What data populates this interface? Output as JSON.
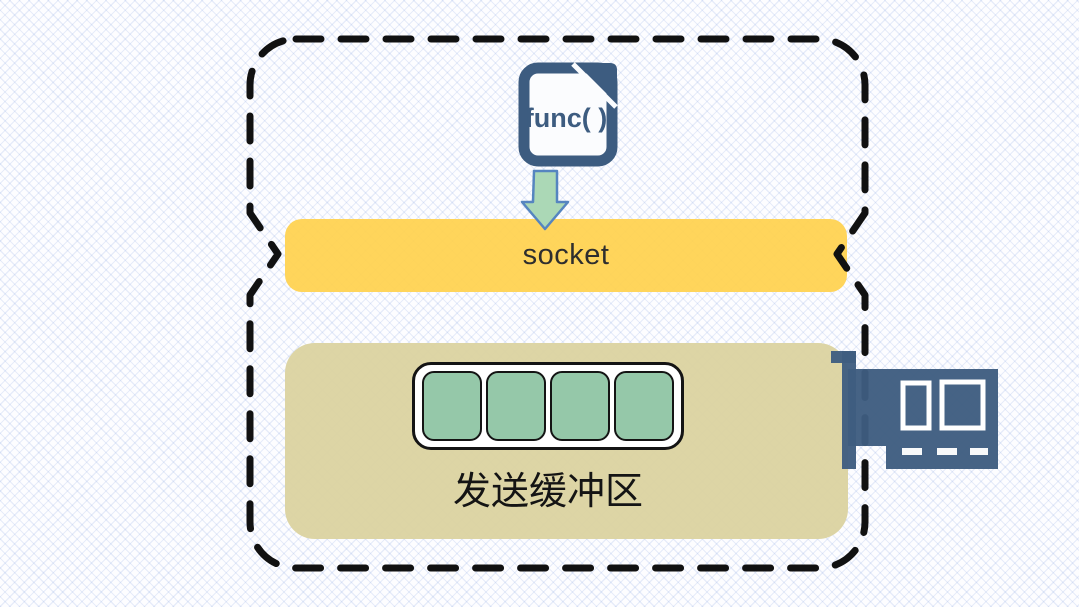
{
  "func_card": {
    "label": "func( )"
  },
  "arrow": {
    "direction": "down"
  },
  "socket_bar": {
    "label": "socket"
  },
  "send_buffer": {
    "label": "发送缓冲区",
    "slot_count": 4
  },
  "nic": {
    "port_count": 2,
    "pin_count": 3
  },
  "colors": {
    "dark_blue": "#3d5c80",
    "socket_yellow": "#ffd24f",
    "buffer_tan": "#dbd3a0",
    "slot_green": "#8fc5a4",
    "arrow_green": "#abd8b6",
    "arrow_border": "#5585c0",
    "dash_black": "#111111",
    "pattern_blue": "#c9d6ee"
  }
}
